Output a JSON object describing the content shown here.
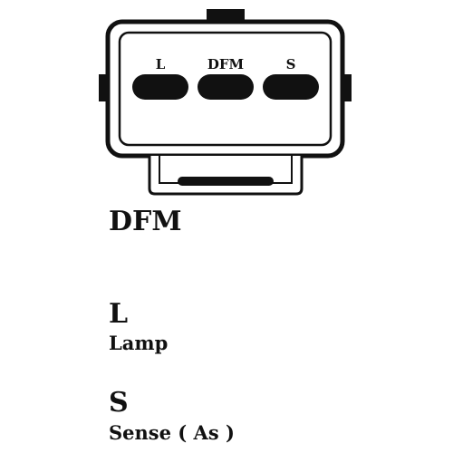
{
  "connector": {
    "pins": [
      {
        "label": "L"
      },
      {
        "label": "DFM"
      },
      {
        "label": "S"
      }
    ]
  },
  "legend": {
    "dfm": {
      "title": "DFM"
    },
    "l": {
      "title": "L",
      "description": "Lamp"
    },
    "s": {
      "title": "S",
      "description": "Sense ( As )"
    }
  },
  "colors": {
    "ink": "#111111",
    "background": "#ffffff"
  }
}
